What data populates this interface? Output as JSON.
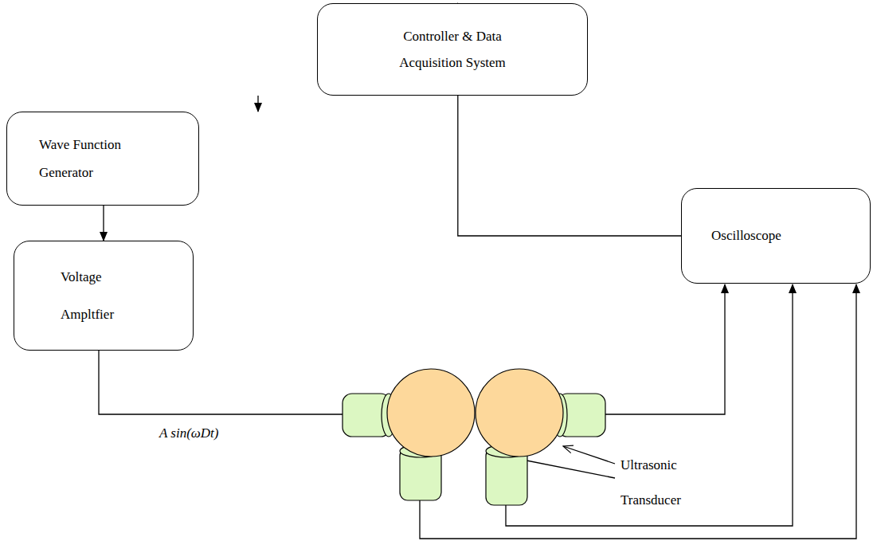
{
  "diagram": {
    "nodes": [
      {
        "text": [
          "Controller & Data Acquisition System"
        ]
      },
      {
        "text": [
          "Wave Function Generator"
        ]
      },
      {
        "text": [
          "Voltage Ampltfier"
        ]
      },
      {
        "text": [
          "Oscilloscope"
        ]
      }
    ],
    "edges": [
      {
        "from": 0,
        "to": 1,
        "arrow": "to"
      },
      {
        "from": 1,
        "to": 2,
        "arrow": "to"
      },
      {
        "from": 3,
        "to": 0,
        "arrow": "to"
      }
    ],
    "labels": [
      "A sin(ωDt)",
      "Ultrasonic Transducer"
    ]
  }
}
